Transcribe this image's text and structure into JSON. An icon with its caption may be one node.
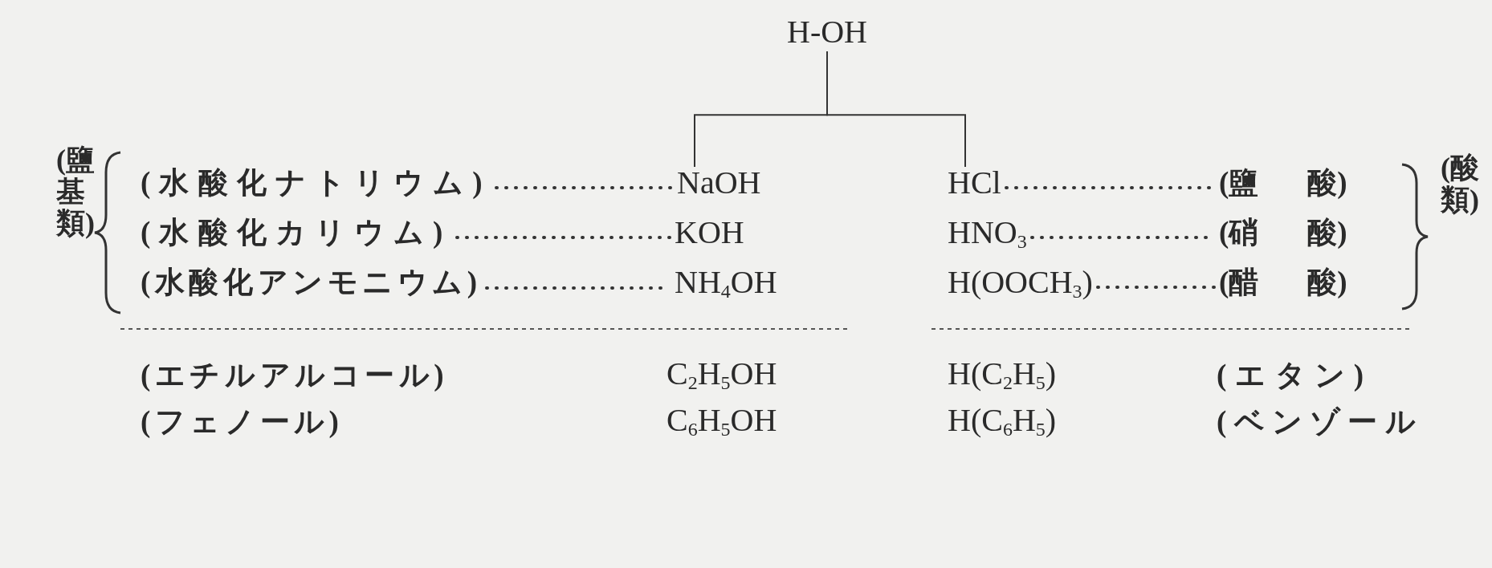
{
  "diagram": {
    "nodes": [
      {
        "text": [
          "H-OH"
        ]
      },
      {
        "text": [
          "(水酸化ナトリウム)"
        ]
      },
      {
        "text": [
          "NaOH"
        ]
      },
      {
        "text": [
          "HCl"
        ]
      },
      {
        "text": [
          "(鹽 酸)"
        ]
      },
      {
        "text": [
          "(水酸化カリウム)"
        ]
      },
      {
        "text": [
          "KOH"
        ]
      },
      {
        "text": [
          "HNO$_{3}$"
        ]
      },
      {
        "text": [
          "(硝 酸)"
        ]
      },
      {
        "text": [
          "(水酸化アンモニウム)"
        ]
      },
      {
        "text": [
          "NH$_{4}$OH"
        ]
      },
      {
        "text": [
          "H(OOCH$_{3}$)"
        ]
      },
      {
        "text": [
          "(醋 酸)"
        ]
      }
    ],
    "edges": [
      {
        "from": 0,
        "to": 2,
        "arrow": "none"
      },
      {
        "from": 0,
        "to": 3,
        "arrow": "none"
      },
      {
        "from": 1,
        "to": 2,
        "arrow": "none",
        "style": "dashed"
      },
      {
        "from": 3,
        "to": 4,
        "arrow": "none",
        "style": "dashed"
      },
      {
        "from": 5,
        "to": 6,
        "arrow": "none",
        "style": "dashed"
      },
      {
        "from": 7,
        "to": 8,
        "arrow": "none",
        "style": "dashed"
      },
      {
        "from": 9,
        "to": 10,
        "arrow": "none",
        "style": "dashed"
      },
      {
        "from": 11,
        "to": 12,
        "arrow": "none",
        "style": "dashed"
      }
    ],
    "labels": [
      "(鹽基類)",
      "(酸類)",
      "(エチルアルコール)",
      "C$_{2}$H$_{5}$OH",
      "H(C$_{2}$H$_{5}$)",
      "(エタン)",
      "(フェノール)",
      "C$_{6}$H$_{5}$OH",
      "H(C$_{6}$H$_{5}$)",
      "(ベンゾール"
    ]
  }
}
